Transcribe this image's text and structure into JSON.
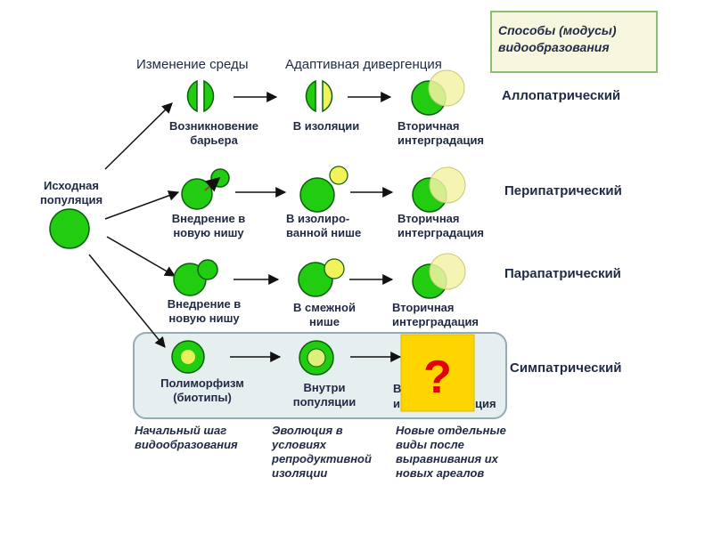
{
  "title": {
    "lines": [
      "Способы (модусы)",
      "видообразования"
    ]
  },
  "headers": {
    "env_change": "Изменение среды",
    "adaptive_divergence": "Адаптивная дивергенция"
  },
  "origin": {
    "lines": [
      "Исходная",
      "популяция"
    ]
  },
  "modes": {
    "allopatric": "Аллопатрический",
    "peripatric": "Перипатрический",
    "parapatric": "Парапатрический",
    "sympatric": "Симпатрический"
  },
  "allopatric": {
    "s1": [
      "Возникновение",
      "барьера"
    ],
    "s2": [
      "В изоляции"
    ],
    "s3": [
      "Вторичная",
      "интерградация"
    ]
  },
  "peripatric": {
    "s1": [
      "Внедрение в",
      "новую нишу"
    ],
    "s2": [
      "В изолиро-",
      "ванной нише"
    ],
    "s3": [
      "Вторичная",
      "интерградация"
    ]
  },
  "parapatric": {
    "s1": [
      "Внедрение в",
      "новую нишу"
    ],
    "s2": [
      "В смежной",
      "нише"
    ],
    "s3": [
      "Вторичная",
      "интерградация"
    ]
  },
  "sympatric": {
    "s1": [
      "Полиморфизм",
      "(биотипы)"
    ],
    "s2": [
      "Внутри",
      "популяции"
    ],
    "s3_visible": [
      "В",
      "и",
      "ция"
    ],
    "question_mark": "?"
  },
  "captions": {
    "c1": [
      "Начальный шаг",
      "видообразования"
    ],
    "c2": [
      "Эволюция в",
      "условиях",
      "репродуктивной",
      "изоляции"
    ],
    "c3": [
      "Новые отдельные",
      "виды после",
      "выравнивания их",
      "новых ареалов"
    ]
  },
  "colors": {
    "green": "#22cc11",
    "green_stroke": "#0a5f0a",
    "yellow": "#f2f25a",
    "pale_yellow": "#f3f2a6",
    "title_box_fill": "#f7f6df",
    "title_box_stroke": "#8bbf74",
    "sympatric_box_fill": "#e6eff0",
    "sympatric_box_stroke": "#93adb4",
    "question_fill": "#ffd500",
    "question_mark": "#e00000",
    "text": "#1f2a44"
  }
}
